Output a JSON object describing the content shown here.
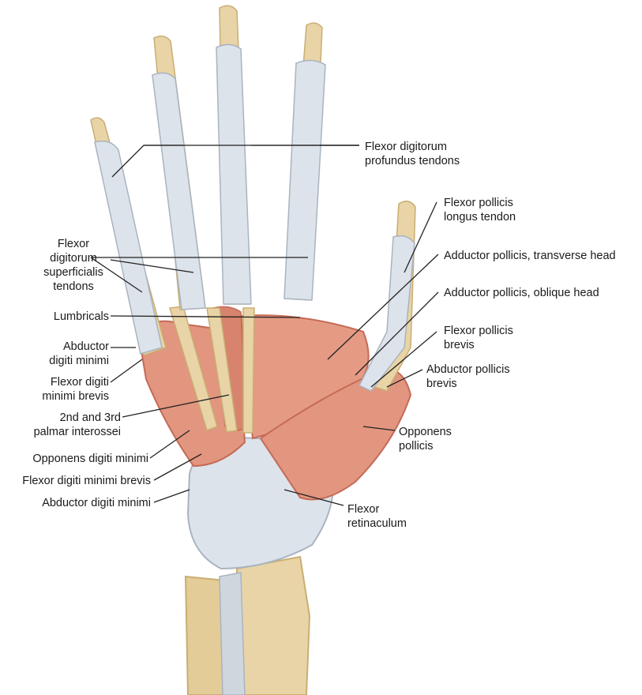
{
  "colors": {
    "bone": "#e8d4a6",
    "bone_shadow": "#c9ae73",
    "tendon": "#dde3ea",
    "tendon_shadow": "#a9b4c0",
    "muscle": "#e2957f",
    "muscle_dark": "#c56a56",
    "leader": "#222222"
  },
  "labels": {
    "fdp": [
      "Flexor digitorum",
      "profundus tendons"
    ],
    "fpl": [
      "Flexor pollicis",
      "longus tendon"
    ],
    "adductor_transverse": [
      "Adductor pollicis, transverse head"
    ],
    "adductor_oblique": [
      "Adductor pollicis, oblique head"
    ],
    "fpb": [
      "Flexor pollicis",
      "brevis"
    ],
    "apb": [
      "Abductor pollicis",
      "brevis"
    ],
    "opponens_pollicis": [
      "Opponens",
      "pollicis"
    ],
    "flexor_retinaculum": [
      "Flexor",
      "retinaculum"
    ],
    "fds": [
      "Flexor",
      "digitorum",
      "superficialis",
      "tendons"
    ],
    "lumbricals": [
      "Lumbricals"
    ],
    "adm_upper": [
      "Abductor",
      "digiti minimi"
    ],
    "fdmb_upper": [
      "Flexor digiti",
      "minimi brevis"
    ],
    "interossei": [
      "2nd and 3rd",
      "palmar interossei"
    ],
    "odm": [
      "Opponens digiti minimi"
    ],
    "fdmb_lower": [
      "Flexor digiti minimi brevis"
    ],
    "adm_lower": [
      "Abductor digiti minimi"
    ]
  }
}
